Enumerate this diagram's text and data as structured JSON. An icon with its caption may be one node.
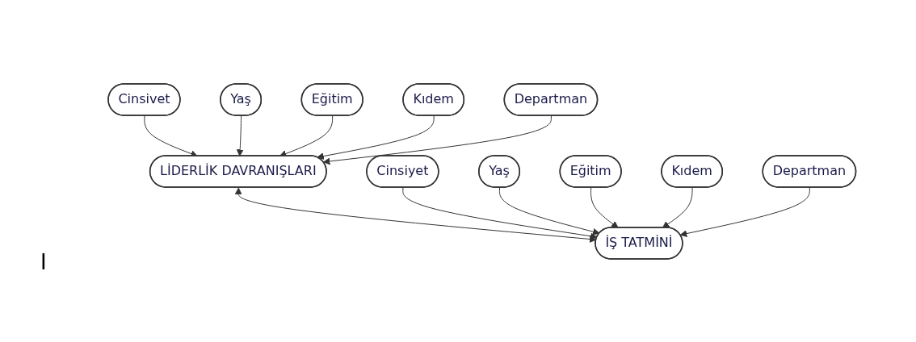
{
  "diagram": {
    "nodes": [
      {
        "text": [
          "Cinsivet"
        ]
      },
      {
        "text": [
          "Yaş"
        ]
      },
      {
        "text": [
          "Eğitim"
        ]
      },
      {
        "text": [
          "Kıdem"
        ]
      },
      {
        "text": [
          "Departman"
        ]
      },
      {
        "text": [
          "LİDERLİK DAVRANIŞLARI"
        ]
      },
      {
        "text": [
          "İŞ TATMİNİ"
        ]
      },
      {
        "text": [
          "Cinsiyet"
        ]
      },
      {
        "text": [
          "Yaş"
        ]
      },
      {
        "text": [
          "Eğitim"
        ]
      },
      {
        "text": [
          "Kıdem"
        ]
      },
      {
        "text": [
          "Departman"
        ]
      }
    ],
    "edges": [
      {
        "from": 0,
        "to": 5,
        "arrow": "to"
      },
      {
        "from": 1,
        "to": 5,
        "arrow": "to"
      },
      {
        "from": 2,
        "to": 5,
        "arrow": "to"
      },
      {
        "from": 3,
        "to": 5,
        "arrow": "to"
      },
      {
        "from": 4,
        "to": 5,
        "arrow": "to"
      },
      {
        "from": 5,
        "to": 6,
        "arrow": "both"
      },
      {
        "from": 7,
        "to": 6,
        "arrow": "to"
      },
      {
        "from": 8,
        "to": 6,
        "arrow": "to"
      },
      {
        "from": 9,
        "to": 6,
        "arrow": "to"
      },
      {
        "from": 10,
        "to": 6,
        "arrow": "to"
      },
      {
        "from": 11,
        "to": 6,
        "arrow": "to"
      }
    ],
    "labels": [
      "I"
    ]
  }
}
